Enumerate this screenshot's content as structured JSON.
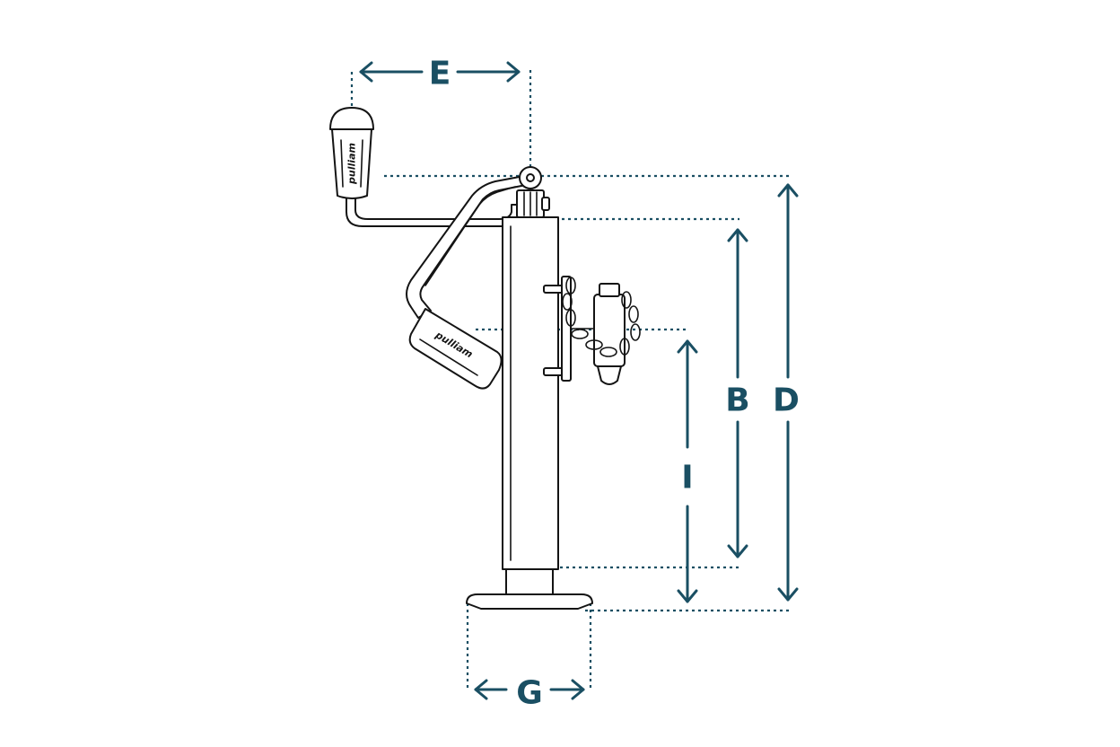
{
  "diagram": {
    "dimensions": {
      "E": "E",
      "B": "B",
      "D": "D",
      "I": "I",
      "G": "G"
    },
    "handle_brand": "pulliam",
    "grip_brand": "pulliam",
    "colors": {
      "dimension": "#1a4f63",
      "outline": "#141414",
      "background": "#ffffff"
    }
  }
}
